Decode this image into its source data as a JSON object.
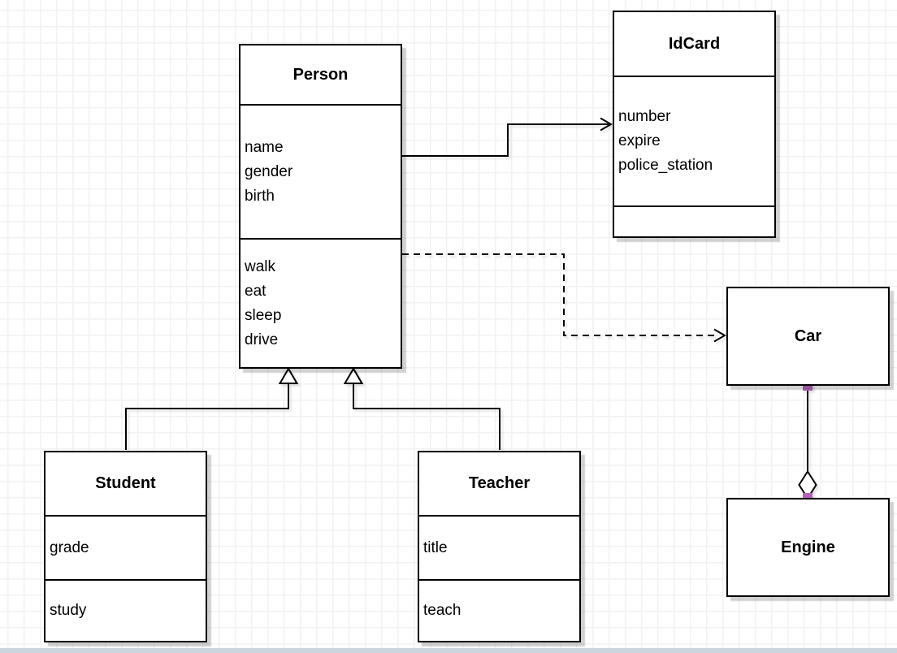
{
  "diagram": {
    "type": "uml-class-diagram",
    "classes": {
      "person": {
        "name": "Person",
        "attributes": [
          "name",
          "gender",
          "birth"
        ],
        "methods": [
          "walk",
          "eat",
          "sleep",
          "drive"
        ]
      },
      "idcard": {
        "name": "IdCard",
        "attributes": [
          "number",
          "expire",
          "police_station"
        ],
        "methods": []
      },
      "car": {
        "name": "Car",
        "attributes": [],
        "methods": []
      },
      "engine": {
        "name": "Engine",
        "attributes": [],
        "methods": []
      },
      "student": {
        "name": "Student",
        "attributes": [
          "grade"
        ],
        "methods": [
          "study"
        ]
      },
      "teacher": {
        "name": "Teacher",
        "attributes": [
          "title"
        ],
        "methods": [
          "teach"
        ]
      }
    },
    "relationships": [
      {
        "from": "Person",
        "to": "IdCard",
        "type": "association",
        "line": "solid",
        "arrow": "open"
      },
      {
        "from": "Person",
        "to": "Car",
        "type": "dependency",
        "line": "dashed",
        "arrow": "open"
      },
      {
        "from": "Student",
        "to": "Person",
        "type": "generalization",
        "line": "solid",
        "arrow": "hollow-triangle"
      },
      {
        "from": "Teacher",
        "to": "Person",
        "type": "generalization",
        "line": "solid",
        "arrow": "hollow-triangle"
      },
      {
        "from": "Car",
        "to": "Engine",
        "type": "aggregation",
        "line": "solid",
        "arrow": "hollow-diamond"
      }
    ],
    "colors": {
      "box_fill": "#ffffff",
      "box_border": "#000000",
      "grid_line": "#f2f2f2",
      "connection_point": "#b164b8",
      "page_edge_strip": "#ccd5dd",
      "shadow": "rgba(0,0,0,0.18)"
    }
  }
}
